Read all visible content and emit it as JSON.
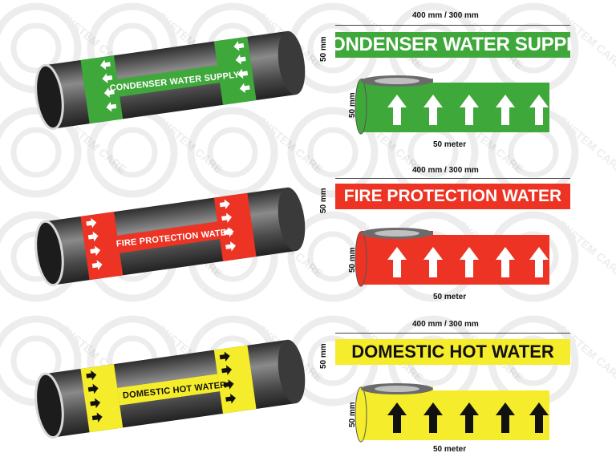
{
  "watermark": {
    "text": "SYSTEM CARE"
  },
  "dimensions": {
    "width_label": "400 mm / 300 mm",
    "height_label": "50 mm",
    "length_label": "50 meter"
  },
  "markers": [
    {
      "name": "condenser-water-supply",
      "pipe_label": "CONDENSER WATER SUPPLY",
      "banner_label": "CONDENSER WATER SUPPLY",
      "color": "#3fa83a",
      "text_color": "#ffffff",
      "arrow_color": "#ffffff"
    },
    {
      "name": "fire-protection-water",
      "pipe_label": "FIRE PROTECTION WATER",
      "banner_label": "FIRE PROTECTION WATER",
      "color": "#ec3324",
      "text_color": "#ffffff",
      "arrow_color": "#ffffff"
    },
    {
      "name": "domestic-hot-water",
      "pipe_label": "DOMESTIC HOT WATER",
      "banner_label": "DOMESTIC HOT WATER",
      "color": "#f5ec2b",
      "text_color": "#111111",
      "arrow_color": "#111111"
    }
  ]
}
